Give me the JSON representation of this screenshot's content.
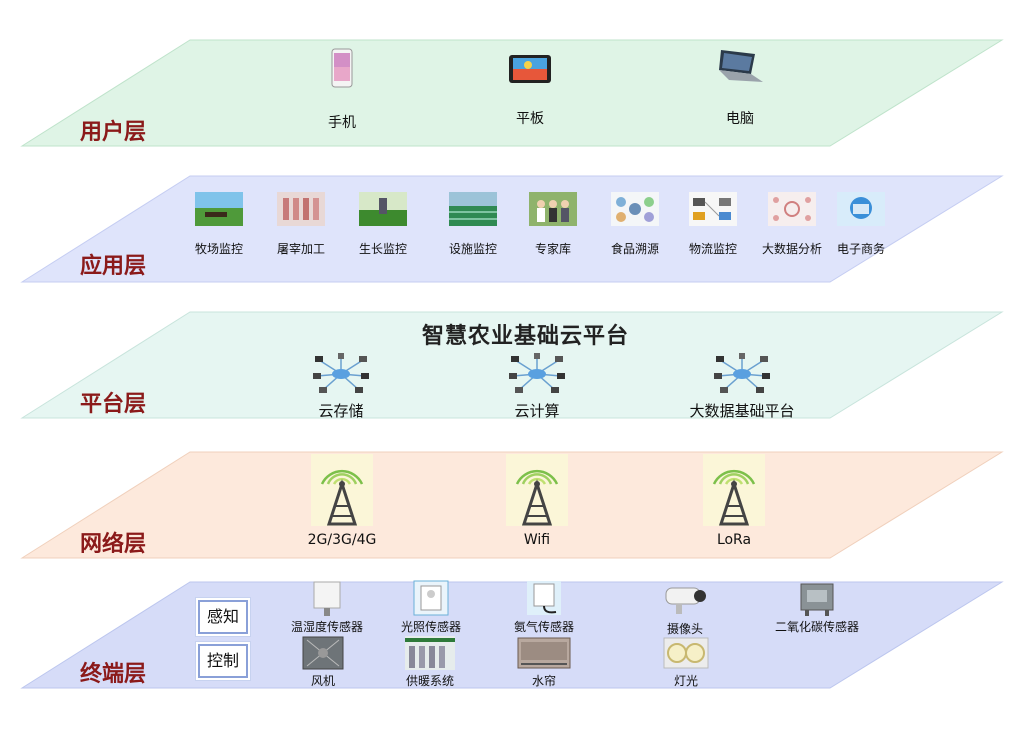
{
  "colors": {
    "user_layer": "#dff4e6",
    "app_layer": "#dfe4fb",
    "platform_layer": "#e6f6f2",
    "network_layer": "#fde9dc",
    "terminal_layer": "#d6dcf8",
    "layer_name": "#8b1a1a"
  },
  "layers": {
    "user": {
      "name": "用户层",
      "items": [
        {
          "label": "手机",
          "icon": "smartphone-icon"
        },
        {
          "label": "平板",
          "icon": "tablet-icon"
        },
        {
          "label": "电脑",
          "icon": "laptop-icon"
        }
      ]
    },
    "app": {
      "name": "应用层",
      "items": [
        {
          "label": "牧场监控",
          "icon": "pasture-photo-icon"
        },
        {
          "label": "屠宰加工",
          "icon": "slaughter-photo-icon"
        },
        {
          "label": "生长监控",
          "icon": "growth-photo-icon"
        },
        {
          "label": "设施监控",
          "icon": "greenhouse-photo-icon"
        },
        {
          "label": "专家库",
          "icon": "experts-photo-icon"
        },
        {
          "label": "食品溯源",
          "icon": "traceability-icon"
        },
        {
          "label": "物流监控",
          "icon": "logistics-icon"
        },
        {
          "label": "大数据分析",
          "icon": "bigdata-icon"
        },
        {
          "label": "电子商务",
          "icon": "ecommerce-icon"
        }
      ]
    },
    "platform": {
      "name": "平台层",
      "title": "智慧农业基础云平台",
      "items": [
        {
          "label": "云存储",
          "icon": "network-hub-icon"
        },
        {
          "label": "云计算",
          "icon": "network-hub-icon"
        },
        {
          "label": "大数据基础平台",
          "icon": "network-hub-icon"
        }
      ]
    },
    "network": {
      "name": "网络层",
      "items": [
        {
          "label": "2G/3G/4G",
          "icon": "signal-tower-icon"
        },
        {
          "label": "Wifi",
          "icon": "signal-tower-icon"
        },
        {
          "label": "LoRa",
          "icon": "signal-tower-icon"
        }
      ]
    },
    "terminal": {
      "name": "终端层",
      "tags": {
        "sense": "感知",
        "control": "控制"
      },
      "sensors": [
        {
          "label": "温湿度传感器",
          "icon": "temp-humidity-sensor-icon"
        },
        {
          "label": "光照传感器",
          "icon": "light-sensor-icon"
        },
        {
          "label": "氨气传感器",
          "icon": "ammonia-sensor-icon"
        },
        {
          "label": "摄像头",
          "icon": "camera-icon"
        },
        {
          "label": "二氧化碳传感器",
          "icon": "co2-sensor-icon"
        }
      ],
      "controls": [
        {
          "label": "风机",
          "icon": "fan-icon"
        },
        {
          "label": "供暖系统",
          "icon": "heating-icon"
        },
        {
          "label": "水帘",
          "icon": "water-curtain-icon"
        },
        {
          "label": "灯光",
          "icon": "lamp-icon"
        }
      ]
    }
  }
}
